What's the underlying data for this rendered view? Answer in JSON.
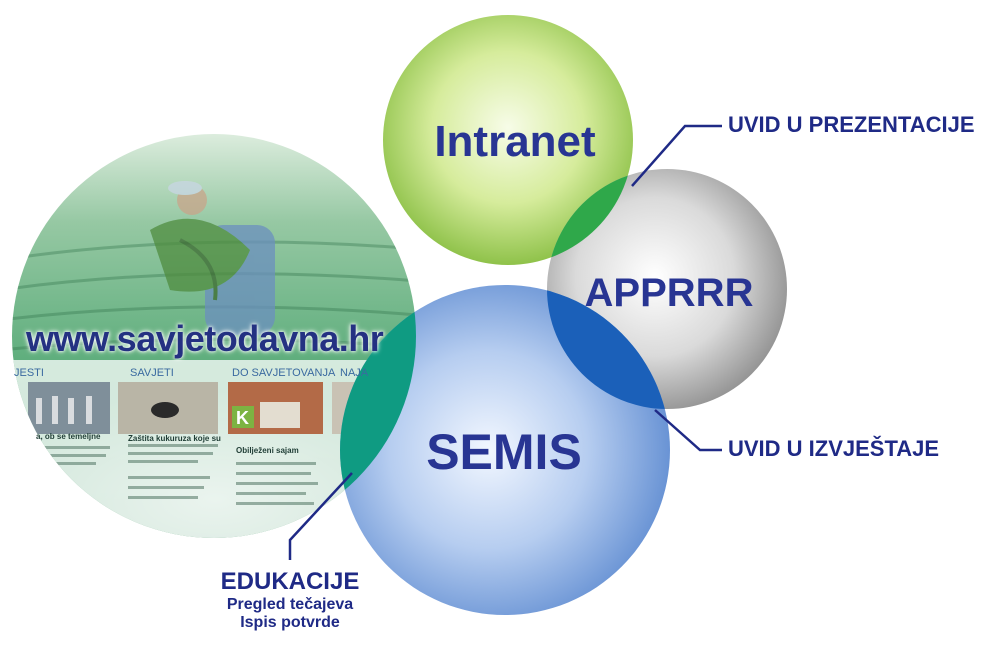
{
  "circles": {
    "intranet": {
      "label": "Intranet",
      "color": "#9ccc52"
    },
    "apprrr": {
      "label": "APPRRR",
      "color": "#9e9e9e"
    },
    "semis": {
      "label": "SEMIS",
      "color": "#4f7fc9"
    },
    "website": {
      "label": "www.savjetodavna.hr",
      "color": "#6ab08a"
    }
  },
  "website_preview": {
    "nav": [
      "JESTI",
      "SAVJETI",
      "DO SAVJETOVANJA",
      "NAJA"
    ],
    "cards": [
      {
        "title": "a, ob se temeljne",
        "text": ""
      },
      {
        "title": "Zaštita kukuruza koje su",
        "text": ""
      },
      {
        "title": "Obilježeni sajam",
        "text": ""
      }
    ]
  },
  "callouts": {
    "prezentacije": "UVID U PREZENTACIJE",
    "izvjestaje": "UVID U IZVJEŠTAJE",
    "edukacije": {
      "title": "EDUKACIJE",
      "line1": "Pregled tečajeva",
      "line2": "Ispis potvrde"
    }
  },
  "overlap_colors": {
    "intranet_apprrr": "#2ea84a",
    "apprrr_semis": "#1a5fb8",
    "website_semis": "#0d9a80"
  }
}
